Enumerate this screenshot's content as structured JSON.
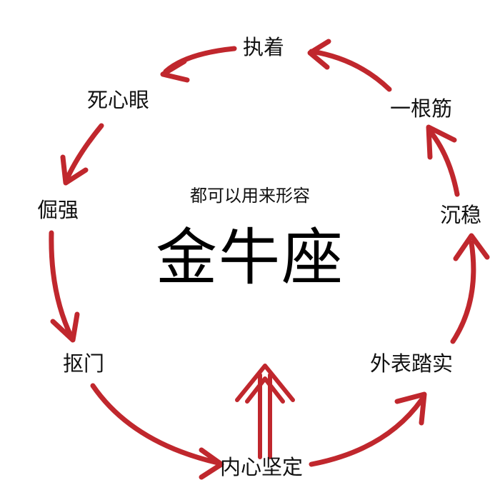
{
  "subtitle": "都可以用来形容",
  "title": "金牛座",
  "nodes": {
    "zhizhuo": "执着",
    "yigenjin": "一根筋",
    "chenwen": "沉稳",
    "waibiao": "外表踏实",
    "neixin": "内心坚定",
    "koumen": "抠门",
    "juejiang": "倔强",
    "sixinyan": "死心眼"
  },
  "colors": {
    "arrow": "#c0272d",
    "text": "#111111"
  }
}
